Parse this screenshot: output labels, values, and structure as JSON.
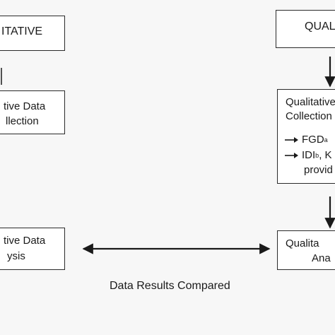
{
  "left_column": {
    "header": "ITATIVE",
    "collection": {
      "line1": "tive Data",
      "line2": "llection"
    },
    "analysis": {
      "line1": "tive Data",
      "line2": "ysis"
    }
  },
  "right_column": {
    "header": "QUAL",
    "collection": {
      "line1": "Qualitative",
      "line2": "Collection",
      "bullet1": {
        "text": "FGD",
        "sup": "a"
      },
      "bullet2": {
        "text": "IDI",
        "sup": "b",
        "suffix": ", K"
      },
      "bullet2_cont": "provid"
    },
    "analysis": {
      "line1": "Qualita",
      "line2": "Ana"
    }
  },
  "comparison_label": "Data Results Compared",
  "colors": {
    "background": "#f7f7f7",
    "box_fill": "#ffffff",
    "stroke": "#2a2a2a"
  }
}
